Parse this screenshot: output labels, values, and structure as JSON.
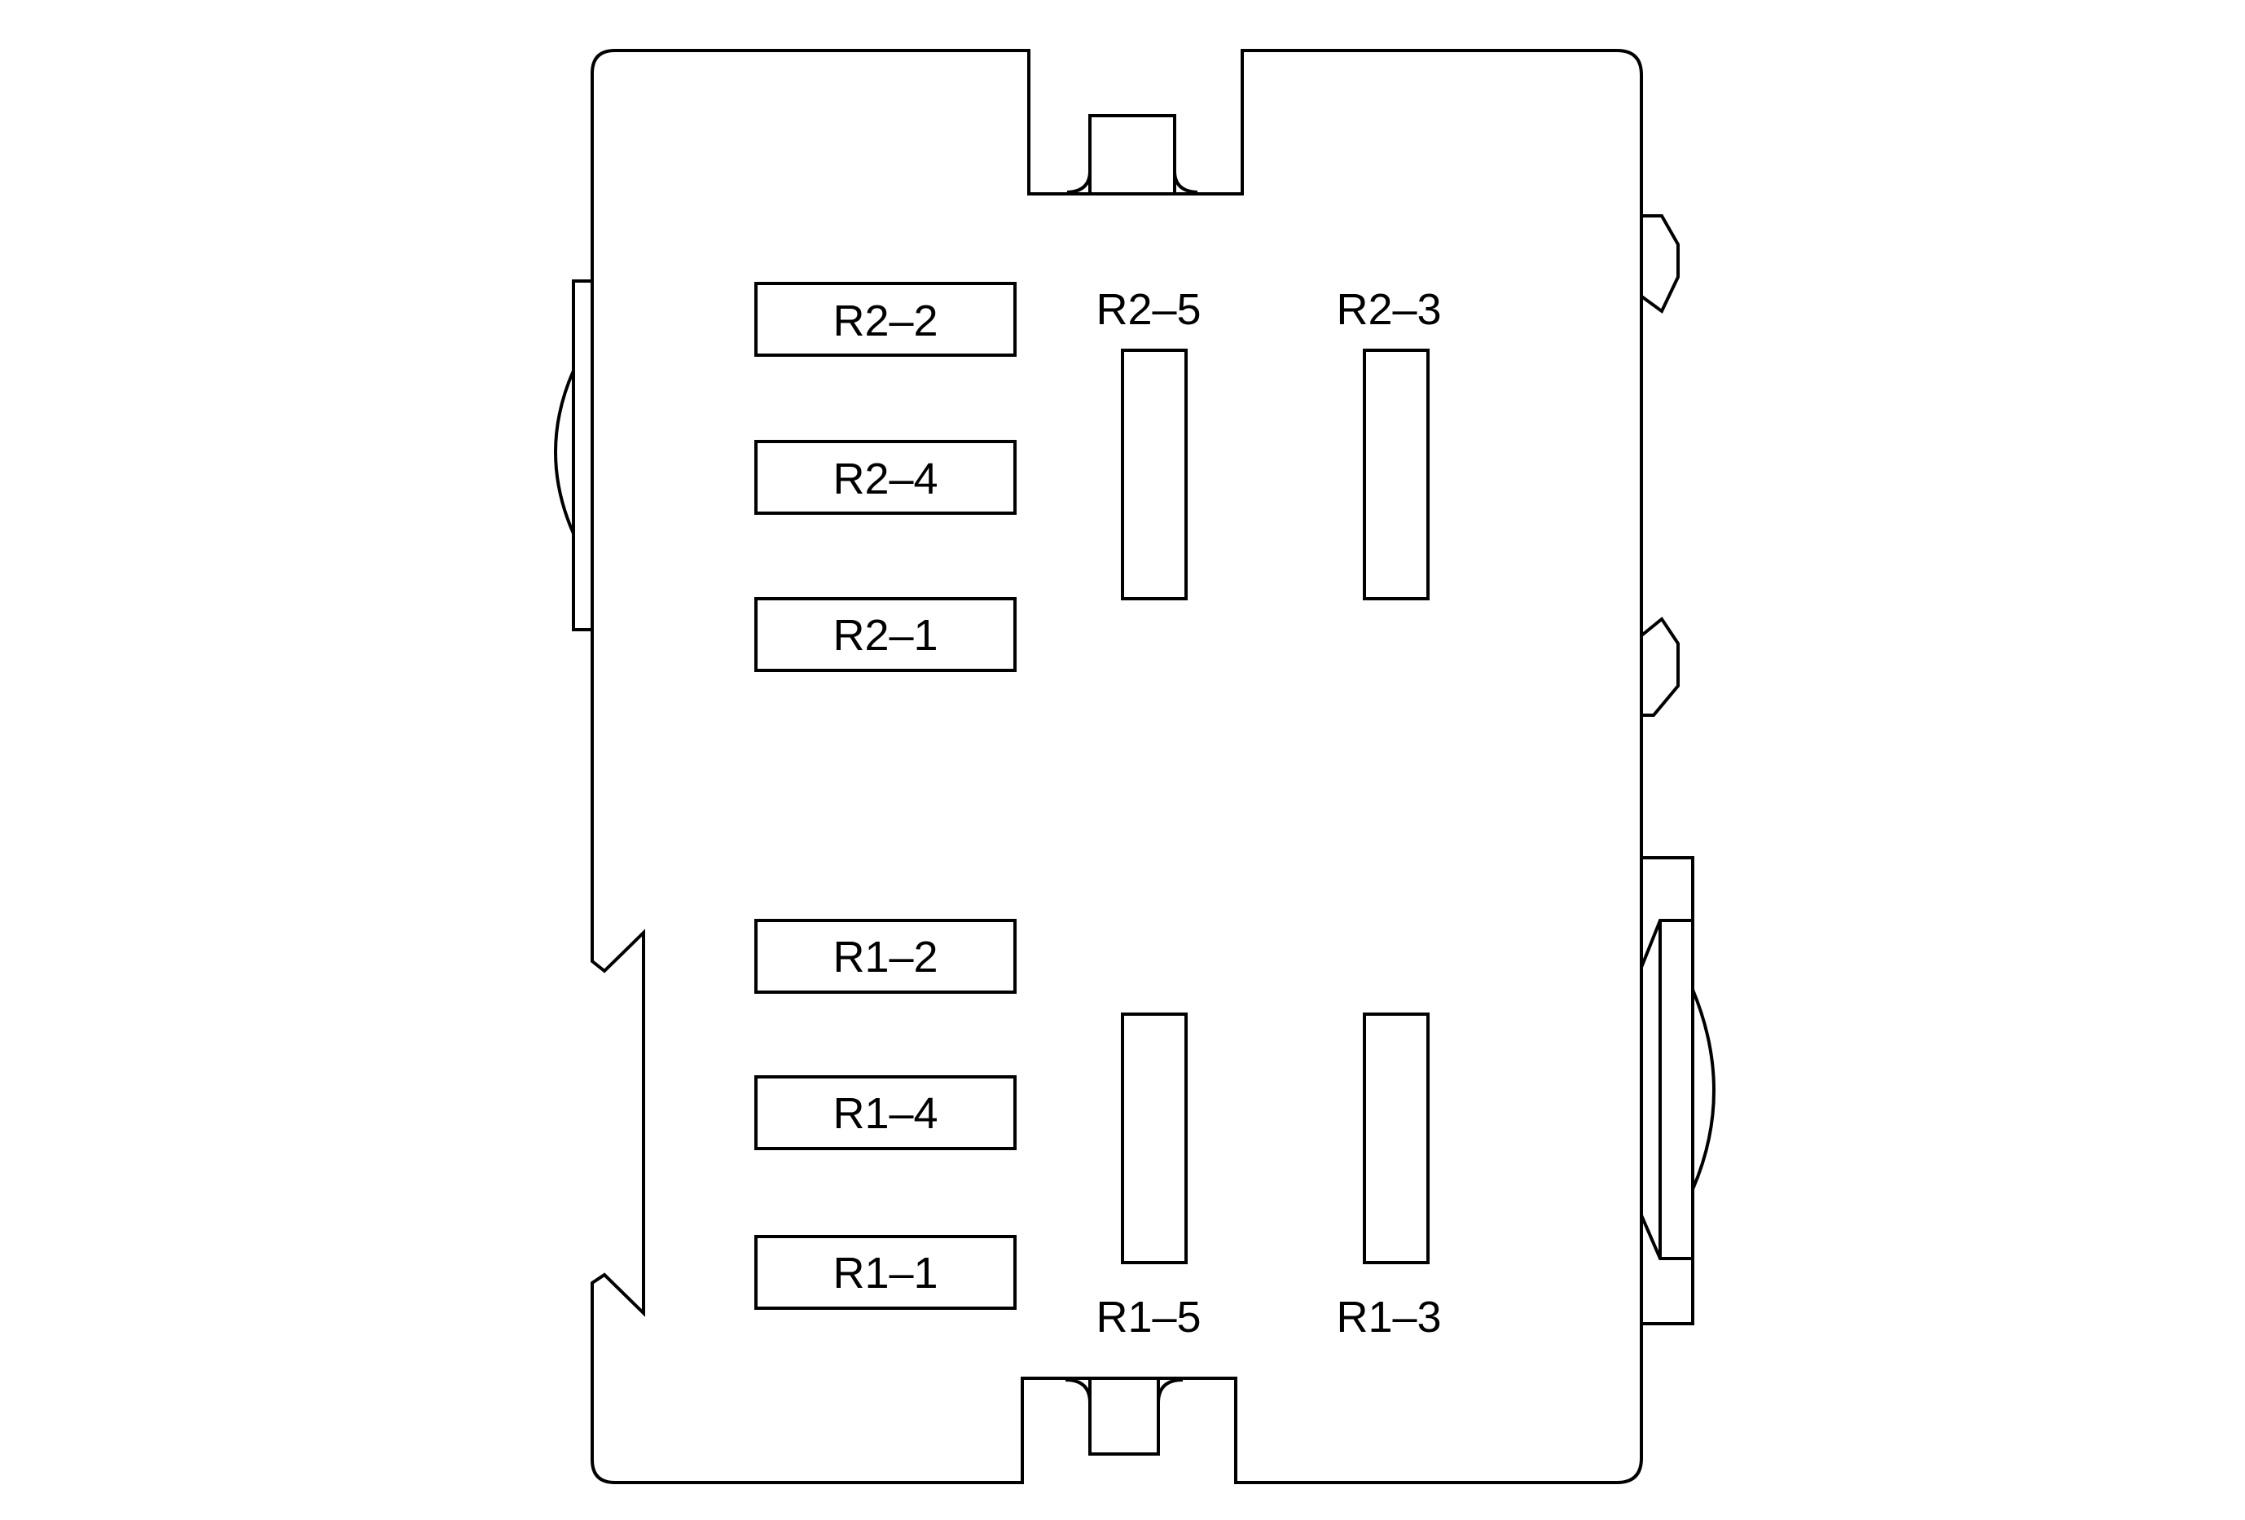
{
  "terminals": {
    "r2_2": "R2–2",
    "r2_4": "R2–4",
    "r2_1": "R2–1",
    "r2_5": "R2–5",
    "r2_3": "R2–3",
    "r1_2": "R1–2",
    "r1_4": "R1–4",
    "r1_1": "R1–1",
    "r1_5": "R1–5",
    "r1_3": "R1–3"
  },
  "colors": {
    "line": "#000000",
    "background": "#ffffff"
  }
}
